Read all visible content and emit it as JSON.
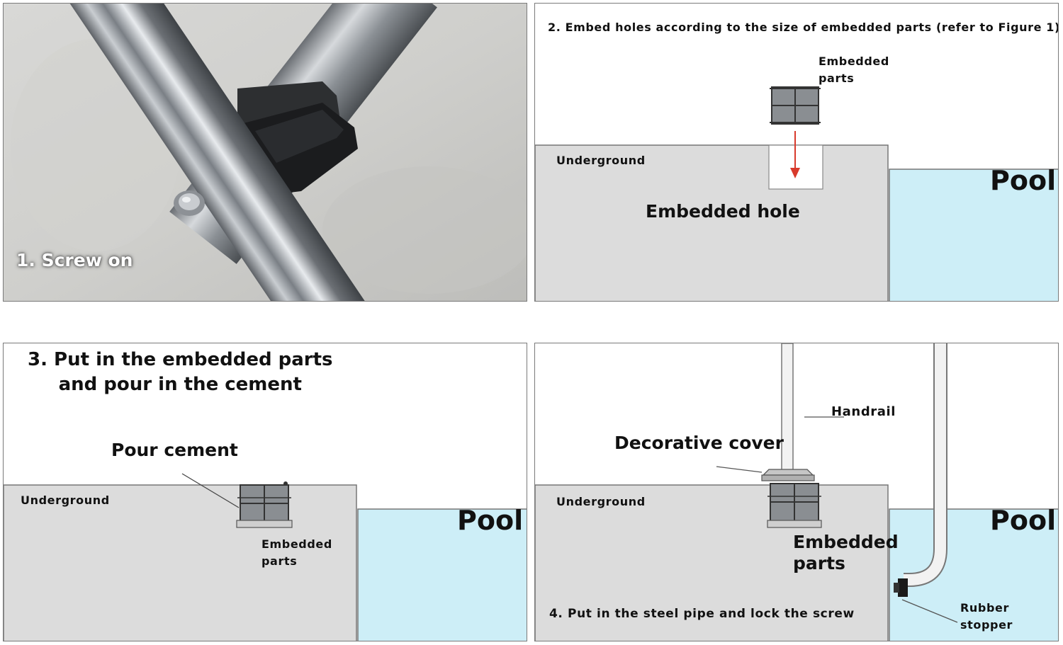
{
  "panels": [
    {
      "step_label": "1. Screw on"
    },
    {
      "title": "2. Embed holes according to the size of embedded parts (refer to Figure 1)",
      "embedded_parts_label_1": "Embedded",
      "embedded_parts_label_2": "parts",
      "underground_label": "Underground",
      "embedded_hole_label": "Embedded hole",
      "pool_label": "Pool"
    },
    {
      "title_line_1": "3. Put in the embedded parts",
      "title_line_2": "and pour in the cement",
      "pour_cement_label": "Pour cement",
      "underground_label": "Underground",
      "embedded_parts_label_1": "Embedded",
      "embedded_parts_label_2": "parts",
      "pool_label": "Pool"
    },
    {
      "handrail_label": "Handrail",
      "decorative_cover_label": "Decorative cover",
      "underground_label": "Underground",
      "embedded_parts_label_1": "Embedded",
      "embedded_parts_label_2": "parts",
      "pool_label": "Pool",
      "rubber_stopper_label_1": "Rubber",
      "rubber_stopper_label_2": "stopper",
      "step_label": "4. Put in the steel pipe and lock the screw"
    }
  ],
  "colors": {
    "ground": "#dcdcdc",
    "pool_water": "#cdeef7",
    "arrow": "#d83a2c",
    "steel": "#8a8e92"
  }
}
